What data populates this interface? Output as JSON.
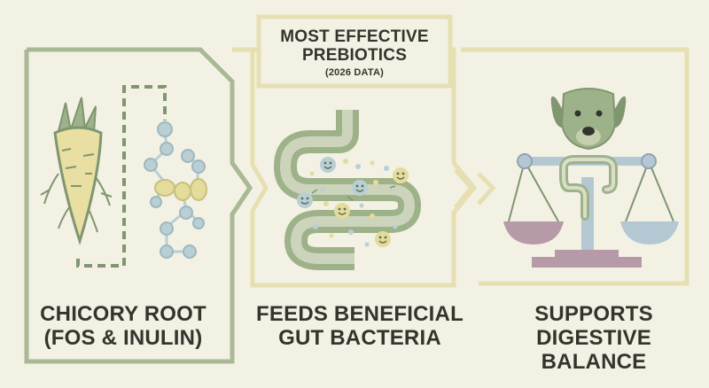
{
  "title": {
    "line1": "MOST EFFECTIVE",
    "line2": "PREBIOTICS",
    "line3": "(2026 DATA)"
  },
  "steps": [
    {
      "line1": "CHICORY ROOT",
      "line2": "(FOS & INULIN)",
      "icon": "chicory-root-icon"
    },
    {
      "line1": "FEEDS BENEFICIAL",
      "line2": "GUT BACTERIA",
      "icon": "intestine-bacteria-icon"
    },
    {
      "line1": "SUPPORTS",
      "line2": "DIGESTIVE BALANCE",
      "icon": "dog-balance-scale-icon"
    }
  ],
  "colors": {
    "background": "#f3f1e4",
    "green_frame": "#a9b995",
    "yellow_frame": "#e6dfb2",
    "sage": "#9eb28a",
    "sage_dark": "#7f9670",
    "cream_root": "#e9dfa3",
    "blue_dots": "#b9cfd4",
    "yellow_dots": "#e3dc9a",
    "mauve": "#b69aa8",
    "light_blue": "#b4c8d4",
    "text": "#33352c"
  }
}
